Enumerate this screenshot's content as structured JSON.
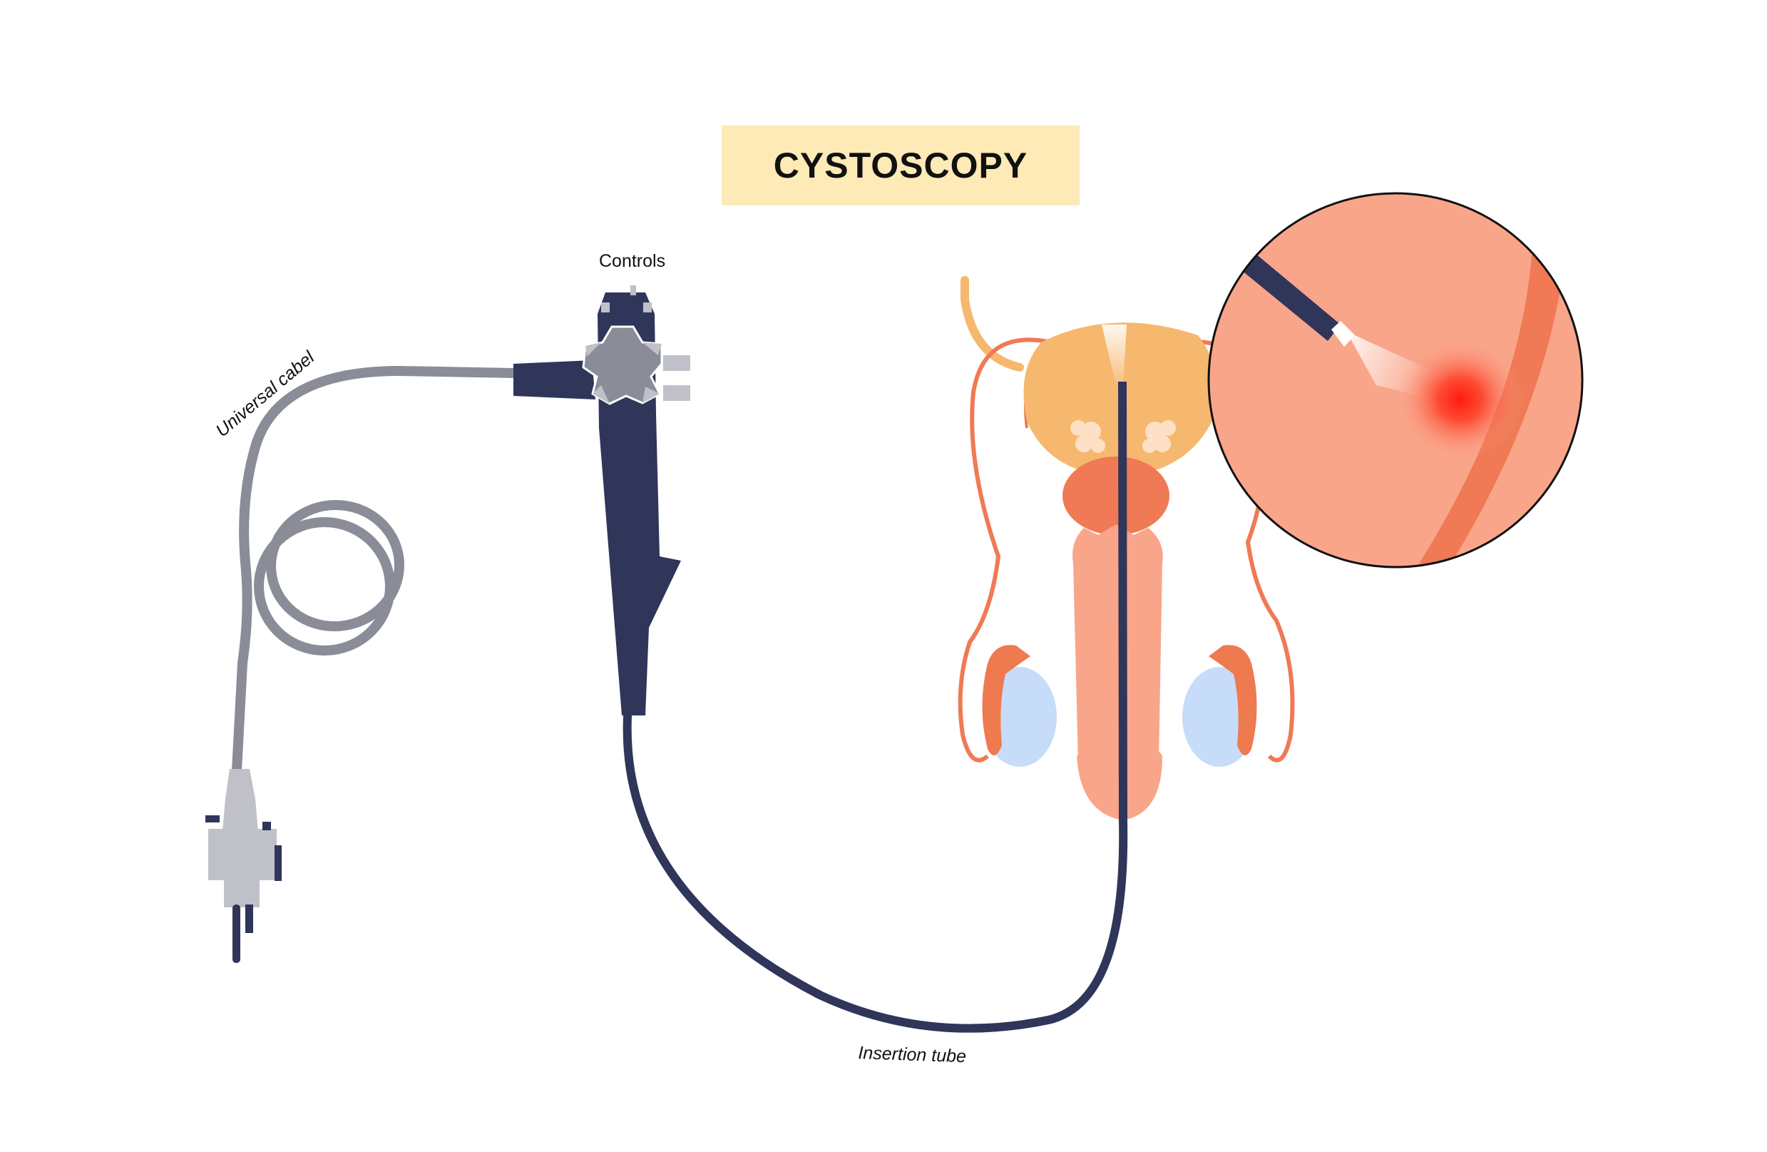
{
  "title": "CYSTOSCOPY",
  "labels": {
    "controls": "Controls",
    "universal_cable": "Universal cabel",
    "insertion_tube": "Insertion tube"
  },
  "colors": {
    "title_background": "#fdeab7",
    "scope_body": "#30355a",
    "universal_cable": "#8a8c98",
    "connector": "#c0c1c8",
    "bladder": "#f6b86e",
    "prostate": "#ef7a55",
    "penis": "#f9a58a",
    "testis": "#c6dcf8",
    "epididymis": "#ee7a50",
    "magnifier_fill": "#f9a58a",
    "lesion": "#ff2a1a"
  },
  "icons": {
    "control_knob": "star-knob-icon",
    "connector_plug": "plug-icon"
  }
}
